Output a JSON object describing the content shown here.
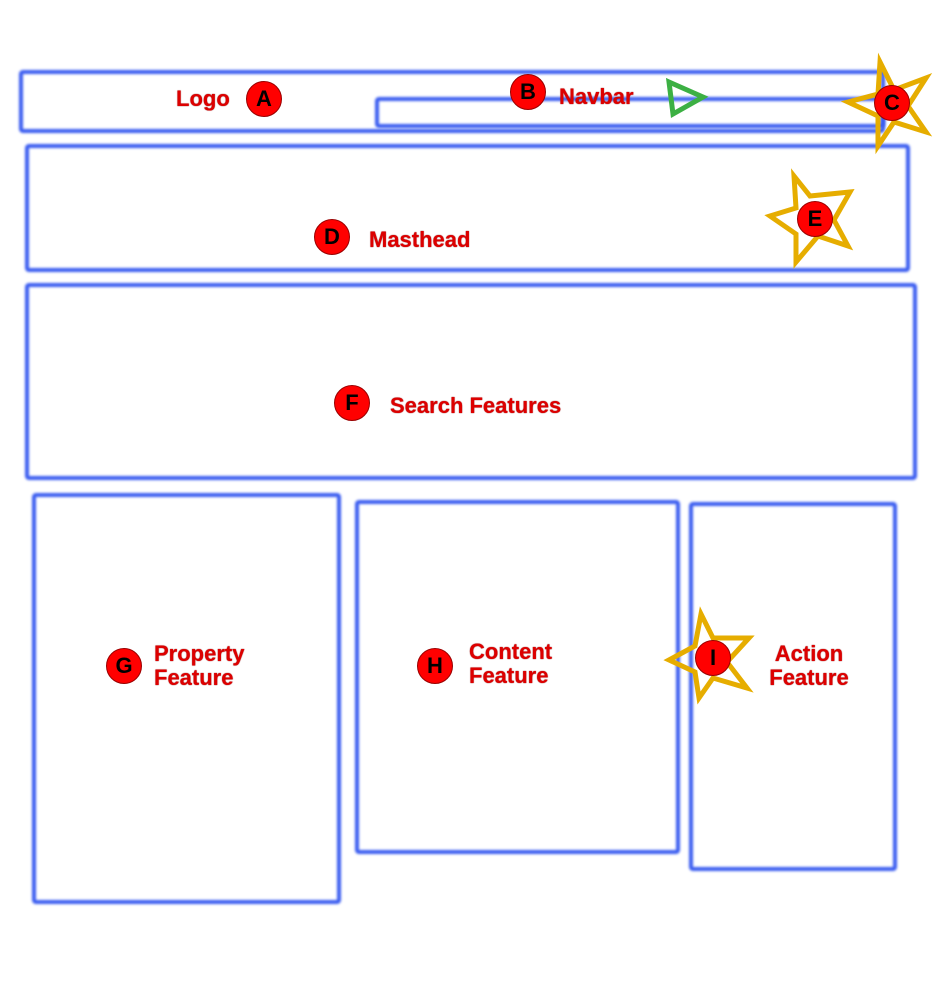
{
  "regions": [
    {
      "id": "A",
      "label": "Logo"
    },
    {
      "id": "B",
      "label": "Navbar"
    },
    {
      "id": "C",
      "label": ""
    },
    {
      "id": "D",
      "label": "Masthead"
    },
    {
      "id": "E",
      "label": ""
    },
    {
      "id": "F",
      "label": "Search Features"
    },
    {
      "id": "G",
      "label": "Property",
      "label_overlap": "Feature"
    },
    {
      "id": "H",
      "label": "Content",
      "label_overlap": "Feature"
    },
    {
      "id": "I",
      "label": "Action Feature"
    }
  ],
  "colors": {
    "box": "#3a5cf0",
    "label": "#dd0000",
    "badge": "#ff0000",
    "star": "#e6ad00",
    "triangle": "#3cb043"
  }
}
